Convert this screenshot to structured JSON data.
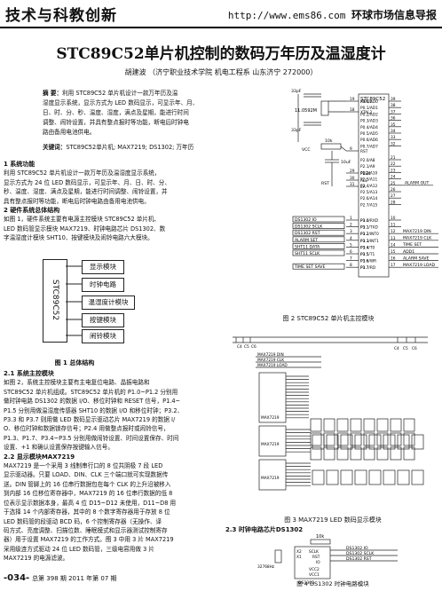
{
  "header": {
    "journal": "技术与科教创新",
    "url": "http://www.ems86.com",
    "section": "环球市场信息导报"
  },
  "title": "STC89C52单片机控制的数码万年历及温湿度计",
  "authors": "胡建波 （济宁职业技术学院  机电工程系  山东济宁 272000）",
  "abstract": {
    "label": "摘  要：",
    "lines": [
      "利用 STC89C52 单片机设计一款万年历及温",
      "湿度显示系统，显示方式为 LED 数码显示，可显示年、月、",
      "日、时、分、秒、温度、湿度，满点及星期，能进行时间",
      "调整、闹铃设置，并具有整点报时等功能，断电后时钟电",
      "路由备用电池供电。"
    ]
  },
  "keywords": {
    "label": "关键词：",
    "text": "STC89C52单片机; MAX7219; DS1302; 万年历"
  },
  "section1": {
    "heading": "1  系统功能",
    "lines": [
      "利用 STC89C52 单片机设计一款万年历及温湿度显示系统，",
      "显示方式为 24 位 LED 数码显示，可显示年、月、日、时、分、",
      "秒、温度、湿度、满点及星期，能进行时间调整、闹铃设置，并",
      "具有整点报时等功能，断电后时钟电路由备用电池供电。"
    ]
  },
  "section2": {
    "heading": "2  硬件系统总体结构",
    "lines": [
      "如图 1，硬件系统主要有电源主控模块 STC89C52 单片机、",
      "LED 数码管显示模块 MAX7219、时钟电路芯片 DS1302、数",
      "字温湿度计模块 SHT10、按键模块及闹铃电路六大模块。"
    ]
  },
  "fig1": {
    "mcu": "STC89C52",
    "blocks": [
      "显示模块",
      "时钟电路",
      "温湿度计模块",
      "按键模块",
      "闹铃模块"
    ],
    "caption": "图 1  总体结构"
  },
  "section21": {
    "heading": "2.1 系统主控模块",
    "lines": [
      "如图 2，系统主控模块主要有主电复位电路、晶振电路和",
      "STC89C52 单片机组成。STC89C52 单片机的 P1.0~P1.2 分别用",
      "做时钟电路 DS1302 的数据 I/O、移位时钟和 RESET 信号，P1.4~",
      "P1.5 分别用做温湿度传感器 SHT10 的数据 I/O 和移位时钟；P3.2、",
      "P3.3 和 P3.7 则用做 LED 数码显示驱动芯片 MAX7219 的数据 I/",
      "O、移位时钟和数据锁存信号；P2.4 用做整点报时或闹铃信号，",
      "P1.3、P1.7、P3.4~P3.5 分别用做闹铃设置、时间设置保存、时间",
      "设置、+1 和确认设置保存按键输入信号。"
    ]
  },
  "section22": {
    "heading": "2.2 显示模块MAX7219",
    "lines": [
      "MAX7219 是一个采用 3 线制串行口的 8 位共阴极 7 段 LED",
      "显示驱动器。只要 LOAD、DIN、CLK 三个端口就可实现数据传",
      "送。DIN 管脚上的 16 位串行数据包在每个 CLK 的上升沿被移入",
      "到内部 16 位移位寄存器中，MAX7219 的 16 位串行数据的低 8",
      "位表示显示数据本身，最高 4 位 D15~D12 未使用，D11~D8 用",
      "于选择 14 个内部寄存器，其中的 8 个数字寄存器用于存放 8 位",
      "LED 数码管的段驱动 BCD 码，6 个控制寄存器（无操作、译",
      "码方式、亮度调整、扫描位数、睡眠模式和显示器测试控制寄存",
      "器）用于设置 MAX7219 的工作方式。图 3 中用 3 片 MAX7219",
      "采用级连方式驱动 24 位 LED 数码管，三级电容用做 3 片",
      "MAX7219 的电源滤波。"
    ]
  },
  "fig2": {
    "chip": "STC89C52",
    "caption": "图 2  STC89C52 单片机主控模块",
    "crystal": "11.0592M",
    "cap1": "33pF",
    "cap2": "33pF",
    "res": "10k",
    "cap3": "10uF",
    "vcc": "VCC",
    "rst": "RST",
    "pins_left_top": [
      {
        "n": "19",
        "t": "XTAL1"
      },
      {
        "n": "18",
        "t": "XTAL2"
      },
      {
        "n": "9",
        "t": "RST"
      }
    ],
    "pins_left_mid": [
      {
        "n": "29",
        "t": "PSEN"
      },
      {
        "n": "30",
        "t": "ALE"
      },
      {
        "n": "31",
        "t": "EA"
      }
    ],
    "pins_p0": [
      {
        "n": "39",
        "t": "P0.0/AD0"
      },
      {
        "n": "38",
        "t": "P0.1/AD1"
      },
      {
        "n": "37",
        "t": "P0.2/AD2"
      },
      {
        "n": "36",
        "t": "P0.3/AD3"
      },
      {
        "n": "35",
        "t": "P0.4/AD4"
      },
      {
        "n": "34",
        "t": "P0.5/AD5"
      },
      {
        "n": "33",
        "t": "P0.6/AD6"
      },
      {
        "n": "32",
        "t": "P0.7/AD7"
      }
    ],
    "pins_p2": [
      {
        "n": "21",
        "t": "P2.0/A8"
      },
      {
        "n": "22",
        "t": "P2.1/A9"
      },
      {
        "n": "23",
        "t": "P2.2/A10"
      },
      {
        "n": "24",
        "t": "P2.3/A11"
      },
      {
        "n": "25",
        "t": "P2.4/A12"
      },
      {
        "n": "26",
        "t": "P2.5/A13"
      },
      {
        "n": "27",
        "t": "P2.6/A14"
      },
      {
        "n": "28",
        "t": "P2.7/A15"
      }
    ],
    "pins_p3": [
      {
        "n": "10",
        "t": "P3.0/RXD"
      },
      {
        "n": "11",
        "t": "P3.1/TXD"
      },
      {
        "n": "12",
        "t": "P3.2/INT0"
      },
      {
        "n": "13",
        "t": "P3.3/INT1"
      },
      {
        "n": "14",
        "t": "P3.4/T0"
      },
      {
        "n": "15",
        "t": "P3.5/T1"
      },
      {
        "n": "16",
        "t": "P3.6/WR"
      },
      {
        "n": "17",
        "t": "P3.7/RD"
      }
    ],
    "pins_p1": [
      {
        "n": "1",
        "t": "P1.0"
      },
      {
        "n": "2",
        "t": "P1.1"
      },
      {
        "n": "3",
        "t": "P1.2"
      },
      {
        "n": "4",
        "t": "P1.3"
      },
      {
        "n": "5",
        "t": "P1.4"
      },
      {
        "n": "6",
        "t": "P1.5"
      },
      {
        "n": "7",
        "t": "P1.6"
      },
      {
        "n": "8",
        "t": "P1.7"
      }
    ],
    "p1_nets": [
      "DS1302 IO",
      "DS1302 SCLK",
      "DS1302 RST",
      "ALARM SET",
      "SHT11 DATA",
      "SHT11 SCLK",
      "",
      "TIME SET SAVE"
    ],
    "p2_net": "ALARM OUT",
    "p3_nets": [
      "",
      "",
      "MAX7219 DIN",
      "MAX7219 CLK",
      "TIME SET",
      "ADD1",
      "ALARM SAVE",
      "MAX7219 LOAD"
    ]
  },
  "fig3": {
    "caption": "图 3  MAX7219 LED 数码显示模块",
    "chips": [
      "MAX7219",
      "MAX7219",
      "MAX7219"
    ],
    "c1": "C4",
    "c2": "C5",
    "c3": "C6",
    "nets": [
      "MAX7219 DIN",
      "MAX7219 CLK",
      "MAX7219 LOAD"
    ]
  },
  "section23": {
    "heading": "2.3 时钟电路芯片DS1302"
  },
  "fig4": {
    "caption": "图 4  DS1302 时钟电路模块",
    "res": "10k",
    "crystal": "32768Hz",
    "chip": "DS1302",
    "pins": [
      "X2",
      "X1",
      "SCLK",
      "RST",
      "IO",
      "VCC2",
      "VCC1"
    ],
    "nets": [
      "DS1302 IO",
      "DS1302 SCLK",
      "DS1302 RST"
    ]
  },
  "footer": {
    "page": "-034-",
    "issue": "总第 398 期  2011 年第 07 期"
  }
}
